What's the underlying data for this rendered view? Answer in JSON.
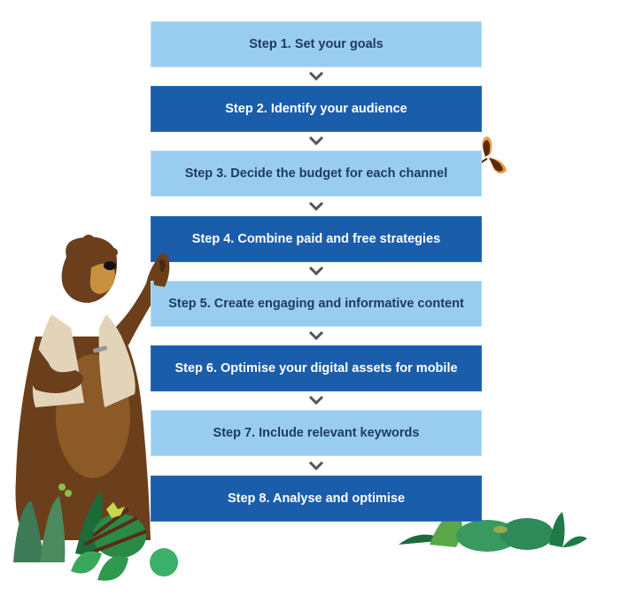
{
  "diagram": {
    "type": "flowchart",
    "direction": "vertical",
    "colors": {
      "light_box": "#98cdf0",
      "dark_box": "#1a5dab",
      "light_text": "#1e3a5f",
      "dark_text": "#ffffff",
      "arrow": "#555555"
    },
    "steps": [
      {
        "label": "Step 1. Set your goals",
        "style": "light"
      },
      {
        "label": "Step 2. Identify your audience",
        "style": "dark"
      },
      {
        "label": "Step 3. Decide the budget for each channel",
        "style": "light"
      },
      {
        "label": "Step 4. Combine paid and free strategies",
        "style": "dark"
      },
      {
        "label": "Step 5. Create engaging and informative content",
        "style": "light"
      },
      {
        "label": "Step 6. Optimise your digital assets for mobile",
        "style": "dark"
      },
      {
        "label": "Step 7. Include relevant keywords",
        "style": "light"
      },
      {
        "label": "Step 8. Analyse and optimise",
        "style": "dark"
      }
    ],
    "illustrations": [
      "bear-mascot",
      "butterfly",
      "plants-left",
      "plants-right"
    ]
  }
}
